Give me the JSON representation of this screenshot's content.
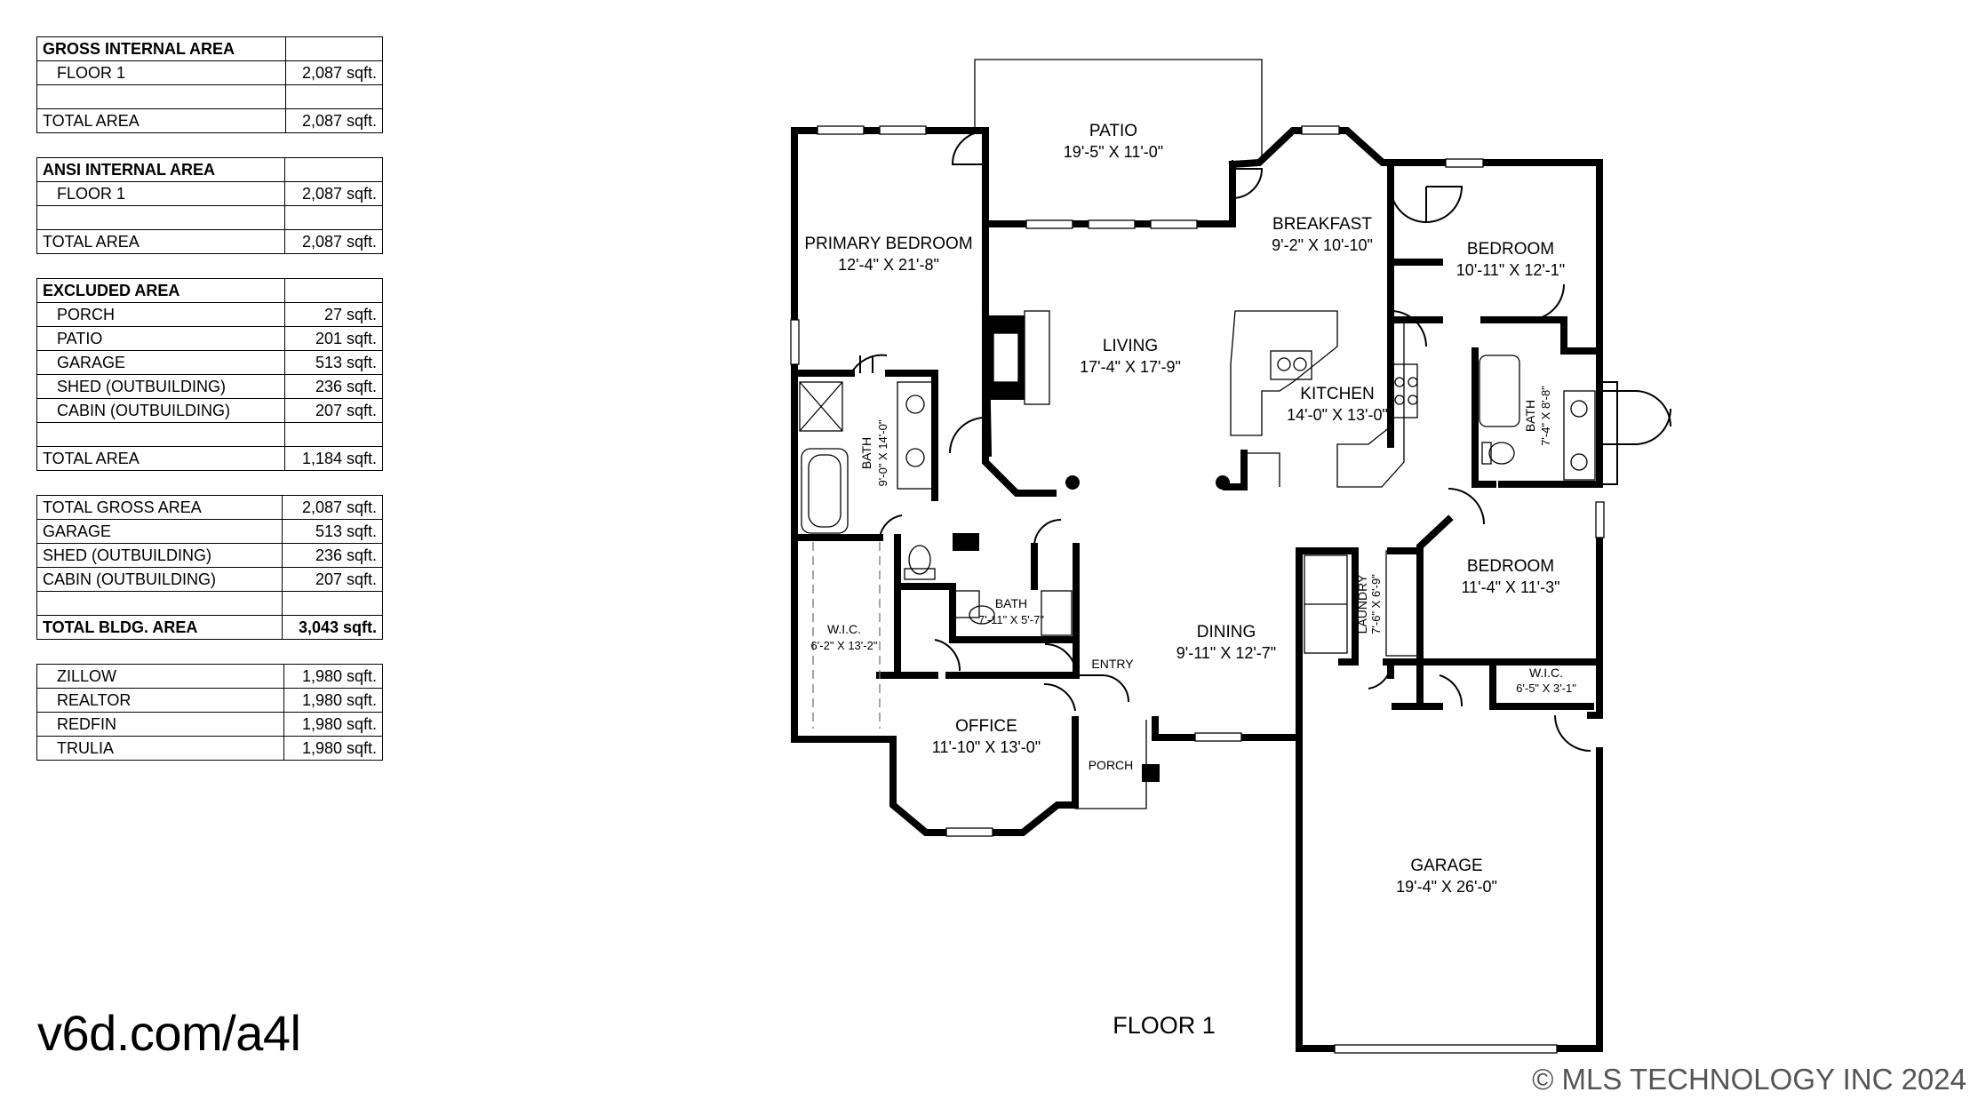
{
  "tables": [
    {
      "rows": [
        {
          "label": "GROSS INTERNAL AREA",
          "value": "",
          "style": "head"
        },
        {
          "label": "FLOOR 1",
          "value": "2,087 sqft.",
          "style": "ind"
        },
        {
          "label": "",
          "value": "",
          "style": ""
        },
        {
          "label": "TOTAL AREA",
          "value": "2,087 sqft.",
          "style": ""
        }
      ]
    },
    {
      "rows": [
        {
          "label": "ANSI INTERNAL AREA",
          "value": "",
          "style": "head"
        },
        {
          "label": "FLOOR 1",
          "value": "2,087 sqft.",
          "style": "ind"
        },
        {
          "label": "",
          "value": "",
          "style": ""
        },
        {
          "label": "TOTAL AREA",
          "value": "2,087 sqft.",
          "style": ""
        }
      ]
    },
    {
      "rows": [
        {
          "label": "EXCLUDED AREA",
          "value": "",
          "style": "head"
        },
        {
          "label": "PORCH",
          "value": "27 sqft.",
          "style": "ind"
        },
        {
          "label": "PATIO",
          "value": "201 sqft.",
          "style": "ind"
        },
        {
          "label": "GARAGE",
          "value": "513 sqft.",
          "style": "ind"
        },
        {
          "label": "SHED (OUTBUILDING)",
          "value": "236 sqft.",
          "style": "ind"
        },
        {
          "label": "CABIN (OUTBUILDING)",
          "value": "207 sqft.",
          "style": "ind"
        },
        {
          "label": "",
          "value": "",
          "style": ""
        },
        {
          "label": "TOTAL AREA",
          "value": "1,184 sqft.",
          "style": ""
        }
      ]
    },
    {
      "rows": [
        {
          "label": "TOTAL GROSS AREA",
          "value": "2,087 sqft.",
          "style": ""
        },
        {
          "label": "GARAGE",
          "value": "513 sqft.",
          "style": ""
        },
        {
          "label": "SHED (OUTBUILDING)",
          "value": "236 sqft.",
          "style": ""
        },
        {
          "label": "CABIN (OUTBUILDING)",
          "value": "207 sqft.",
          "style": ""
        },
        {
          "label": "",
          "value": "",
          "style": ""
        },
        {
          "label": "TOTAL BLDG. AREA",
          "value": "3,043 sqft.",
          "style": "bold"
        }
      ]
    },
    {
      "rows": [
        {
          "label": "ZILLOW",
          "value": "1,980 sqft.",
          "style": "ind"
        },
        {
          "label": "REALTOR",
          "value": "1,980 sqft.",
          "style": "ind"
        },
        {
          "label": "REDFIN",
          "value": "1,980 sqft.",
          "style": "ind"
        },
        {
          "label": "TRULIA",
          "value": "1,980 sqft.",
          "style": "ind"
        }
      ]
    }
  ],
  "short_url": "v6d.com/a4l",
  "copyright": "© MLS TECHNOLOGY INC 2024",
  "floor_label": "FLOOR 1",
  "rooms": {
    "patio": {
      "name": "PATIO",
      "dims": "19'-5\" X 11'-0\""
    },
    "primary_bedroom": {
      "name": "PRIMARY BEDROOM",
      "dims": "12'-4\" X 21'-8\""
    },
    "breakfast": {
      "name": "BREAKFAST",
      "dims": "9'-2\" X 10'-10\""
    },
    "bedroom_1": {
      "name": "BEDROOM",
      "dims": "10'-11\" X 12'-1\""
    },
    "living": {
      "name": "LIVING",
      "dims": "17'-4\" X 17'-9\""
    },
    "kitchen": {
      "name": "KITCHEN",
      "dims": "14'-0\" X 13'-0\""
    },
    "bath_primary": {
      "name": "BATH",
      "dims": "9'-0\" X 14'-0\""
    },
    "bath_right": {
      "name": "BATH",
      "dims": "7'-4\" X 8'-8\""
    },
    "bath_hall": {
      "name": "BATH",
      "dims": "7'-11\" X 5'-7\""
    },
    "bedroom_2": {
      "name": "BEDROOM",
      "dims": "11'-4\" X 11'-3\""
    },
    "laundry": {
      "name": "LAUNDRY",
      "dims": "7'-6\" X 6'-9\""
    },
    "dining": {
      "name": "DINING",
      "dims": "9'-11\" X 12'-7\""
    },
    "wic_primary": {
      "name": "W.I.C.",
      "dims": "6'-2\" X 13'-2\""
    },
    "wic_right": {
      "name": "W.I.C.",
      "dims": "6'-5\" X 3'-1\""
    },
    "entry": {
      "name": "ENTRY"
    },
    "office": {
      "name": "OFFICE",
      "dims": "11'-10\" X 13'-0\""
    },
    "porch": {
      "name": "PORCH"
    },
    "garage": {
      "name": "GARAGE",
      "dims": "19'-4\" X 26'-0\""
    }
  }
}
